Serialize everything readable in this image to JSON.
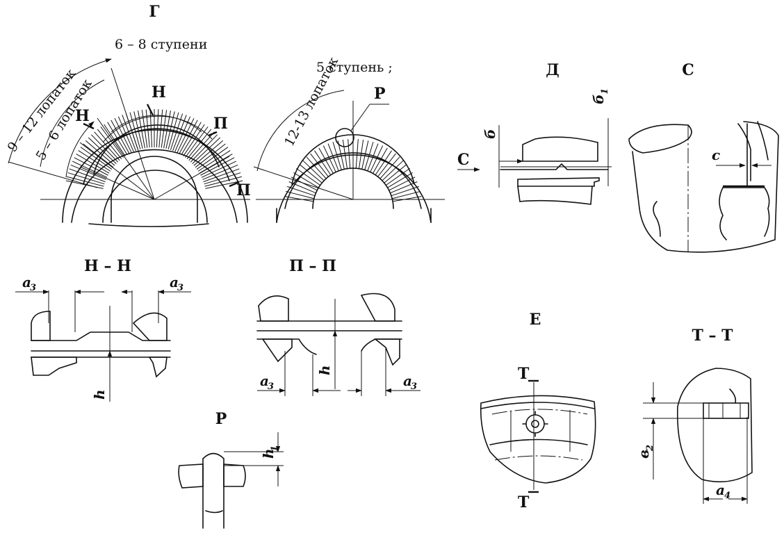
{
  "views": {
    "g_title": "Г",
    "d_title": "Д",
    "s_title": "С",
    "nn_title": "Н – Н",
    "pp_title": "П – П",
    "r_title": "Р",
    "e_title": "Е",
    "tt_title": "Т – Т"
  },
  "labels": {
    "stages_6_8": "6 – 8 ступени",
    "stage_5": "5 ступень ;",
    "blades_9_12": "9 – 12 лопаток",
    "blades_5_6": "5 – 6 лопаток",
    "blades_12_13": "12-13 лопаток",
    "cut_n": "Н",
    "cut_p": "П",
    "view_r": "Р",
    "view_s": "С",
    "cut_t": "Т"
  },
  "dims": {
    "a": "a",
    "a3_sub": "3",
    "a4_sub": "4",
    "h": "h",
    "h1_sub": "1",
    "b": "б",
    "b1_sub": "1",
    "c": "c",
    "v": "в",
    "v2_sub": "2"
  }
}
